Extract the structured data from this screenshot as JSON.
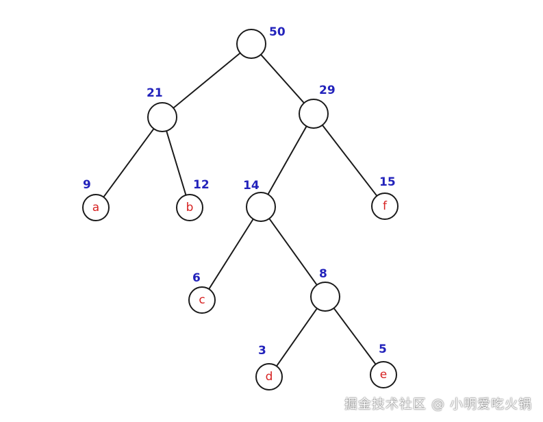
{
  "tree": {
    "nodes": [
      {
        "id": "root",
        "weight": "50",
        "label": ""
      },
      {
        "id": "n21",
        "weight": "21",
        "label": ""
      },
      {
        "id": "n29",
        "weight": "29",
        "label": ""
      },
      {
        "id": "a",
        "weight": "9",
        "label": "a"
      },
      {
        "id": "b",
        "weight": "12",
        "label": "b"
      },
      {
        "id": "n14",
        "weight": "14",
        "label": ""
      },
      {
        "id": "f",
        "weight": "15",
        "label": "f"
      },
      {
        "id": "c",
        "weight": "6",
        "label": "c"
      },
      {
        "id": "n8",
        "weight": "8",
        "label": ""
      },
      {
        "id": "d",
        "weight": "3",
        "label": "d"
      },
      {
        "id": "e",
        "weight": "5",
        "label": "e"
      }
    ],
    "edges": [
      [
        "root",
        "n21"
      ],
      [
        "root",
        "n29"
      ],
      [
        "n21",
        "a"
      ],
      [
        "n21",
        "b"
      ],
      [
        "n29",
        "n14"
      ],
      [
        "n29",
        "f"
      ],
      [
        "n14",
        "c"
      ],
      [
        "n14",
        "n8"
      ],
      [
        "n8",
        "d"
      ],
      [
        "n8",
        "e"
      ]
    ]
  },
  "colors": {
    "weight_text": "#2222bb",
    "leaf_text": "#d62020",
    "stroke": "#1a1a1a"
  },
  "watermark": "掘金技术社区 @ 小明爱吃火锅"
}
